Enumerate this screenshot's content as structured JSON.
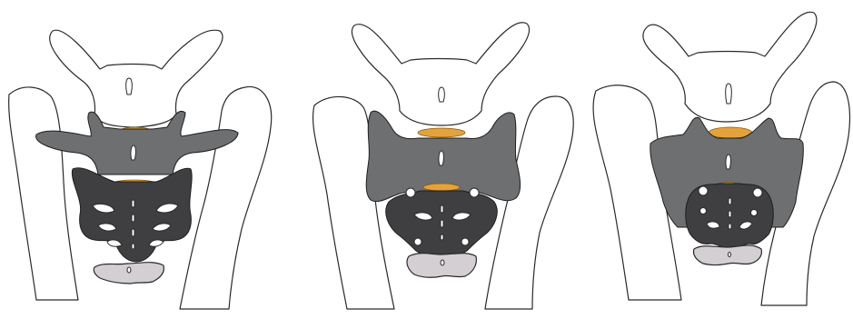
{
  "colors": {
    "background": "#ffffff",
    "outline": "#2a2a2a",
    "vertebra_l6_gray": "#6e6f71",
    "sacrum_dark": "#3f3f41",
    "coccygeal_light": "#d3cfd3",
    "intervertebral_disc": "#e3a33c"
  },
  "figure": {
    "panel_count": 3,
    "panels": [
      {
        "panel": "left",
        "variant": "L6 vertebra fully separated from sacrum"
      },
      {
        "panel": "middle",
        "variant": "transitional L6 vertebra partially fused"
      },
      {
        "panel": "right",
        "variant": "transitional L6 vertebra fused to sacrum"
      }
    ]
  }
}
